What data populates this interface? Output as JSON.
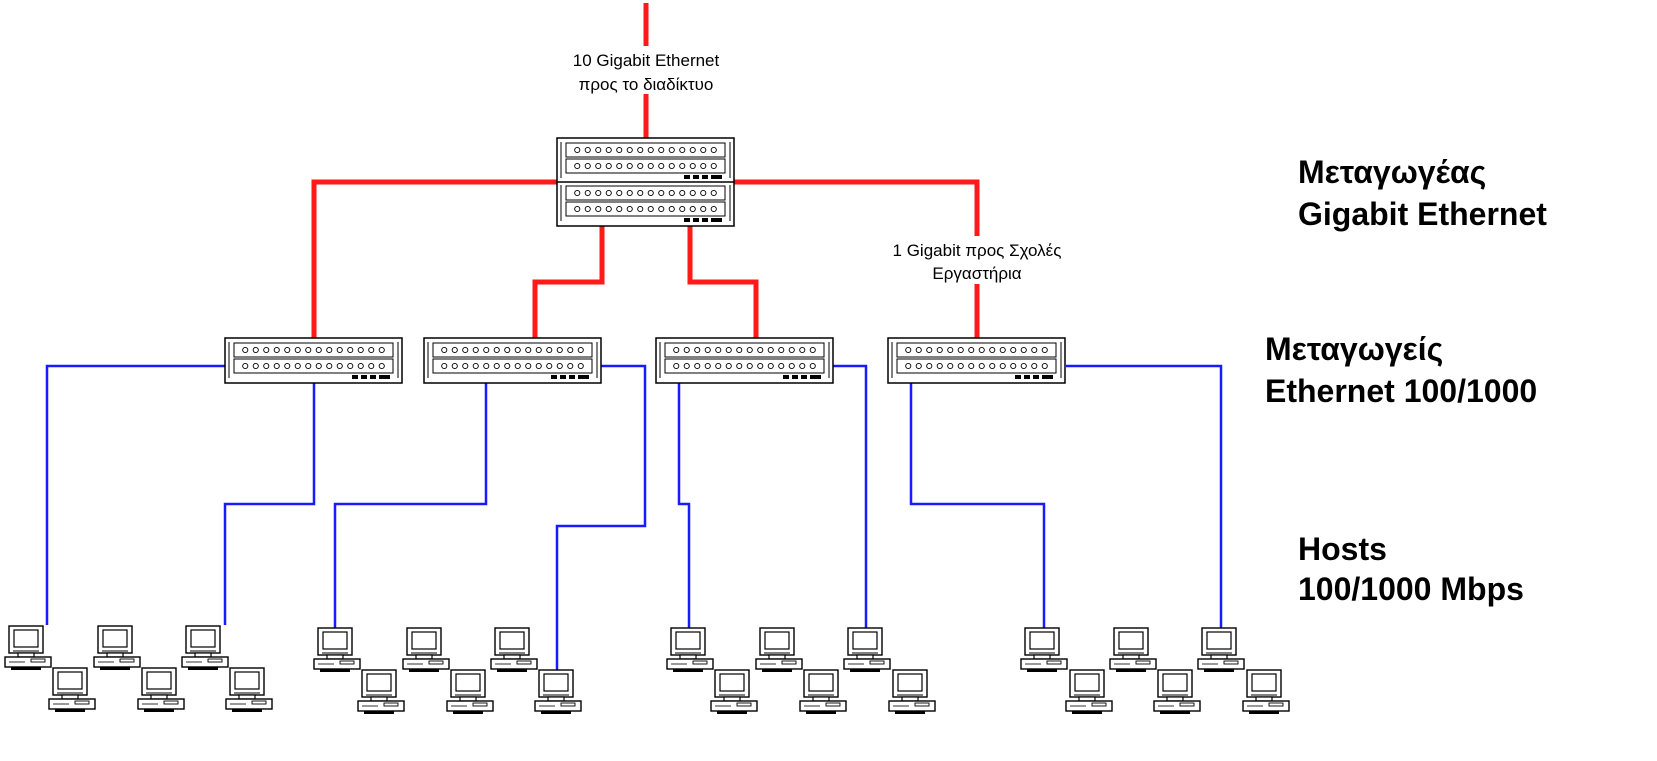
{
  "labels": {
    "uplink_line1": "10 Gigabit Ethernet",
    "uplink_line2": "προς το διαδίκτυο",
    "school_line1": "1 Gigabit προς Σχολές",
    "school_line2": "Εργαστήρια"
  },
  "tiers": {
    "core_line1": "Μεταγωγέας",
    "core_line2": "Gigabit Ethernet",
    "access_line1": "Μεταγωγείς",
    "access_line2": "Ethernet 100/1000",
    "hosts_line1": "Hosts",
    "hosts_line2": "100/1000 Mbps"
  },
  "colors": {
    "gigabit_link": "#ff1a1a",
    "fast_link": "#1a1aff"
  },
  "icons": {
    "switch": "network-switch-icon",
    "host": "desktop-computer-icon"
  }
}
